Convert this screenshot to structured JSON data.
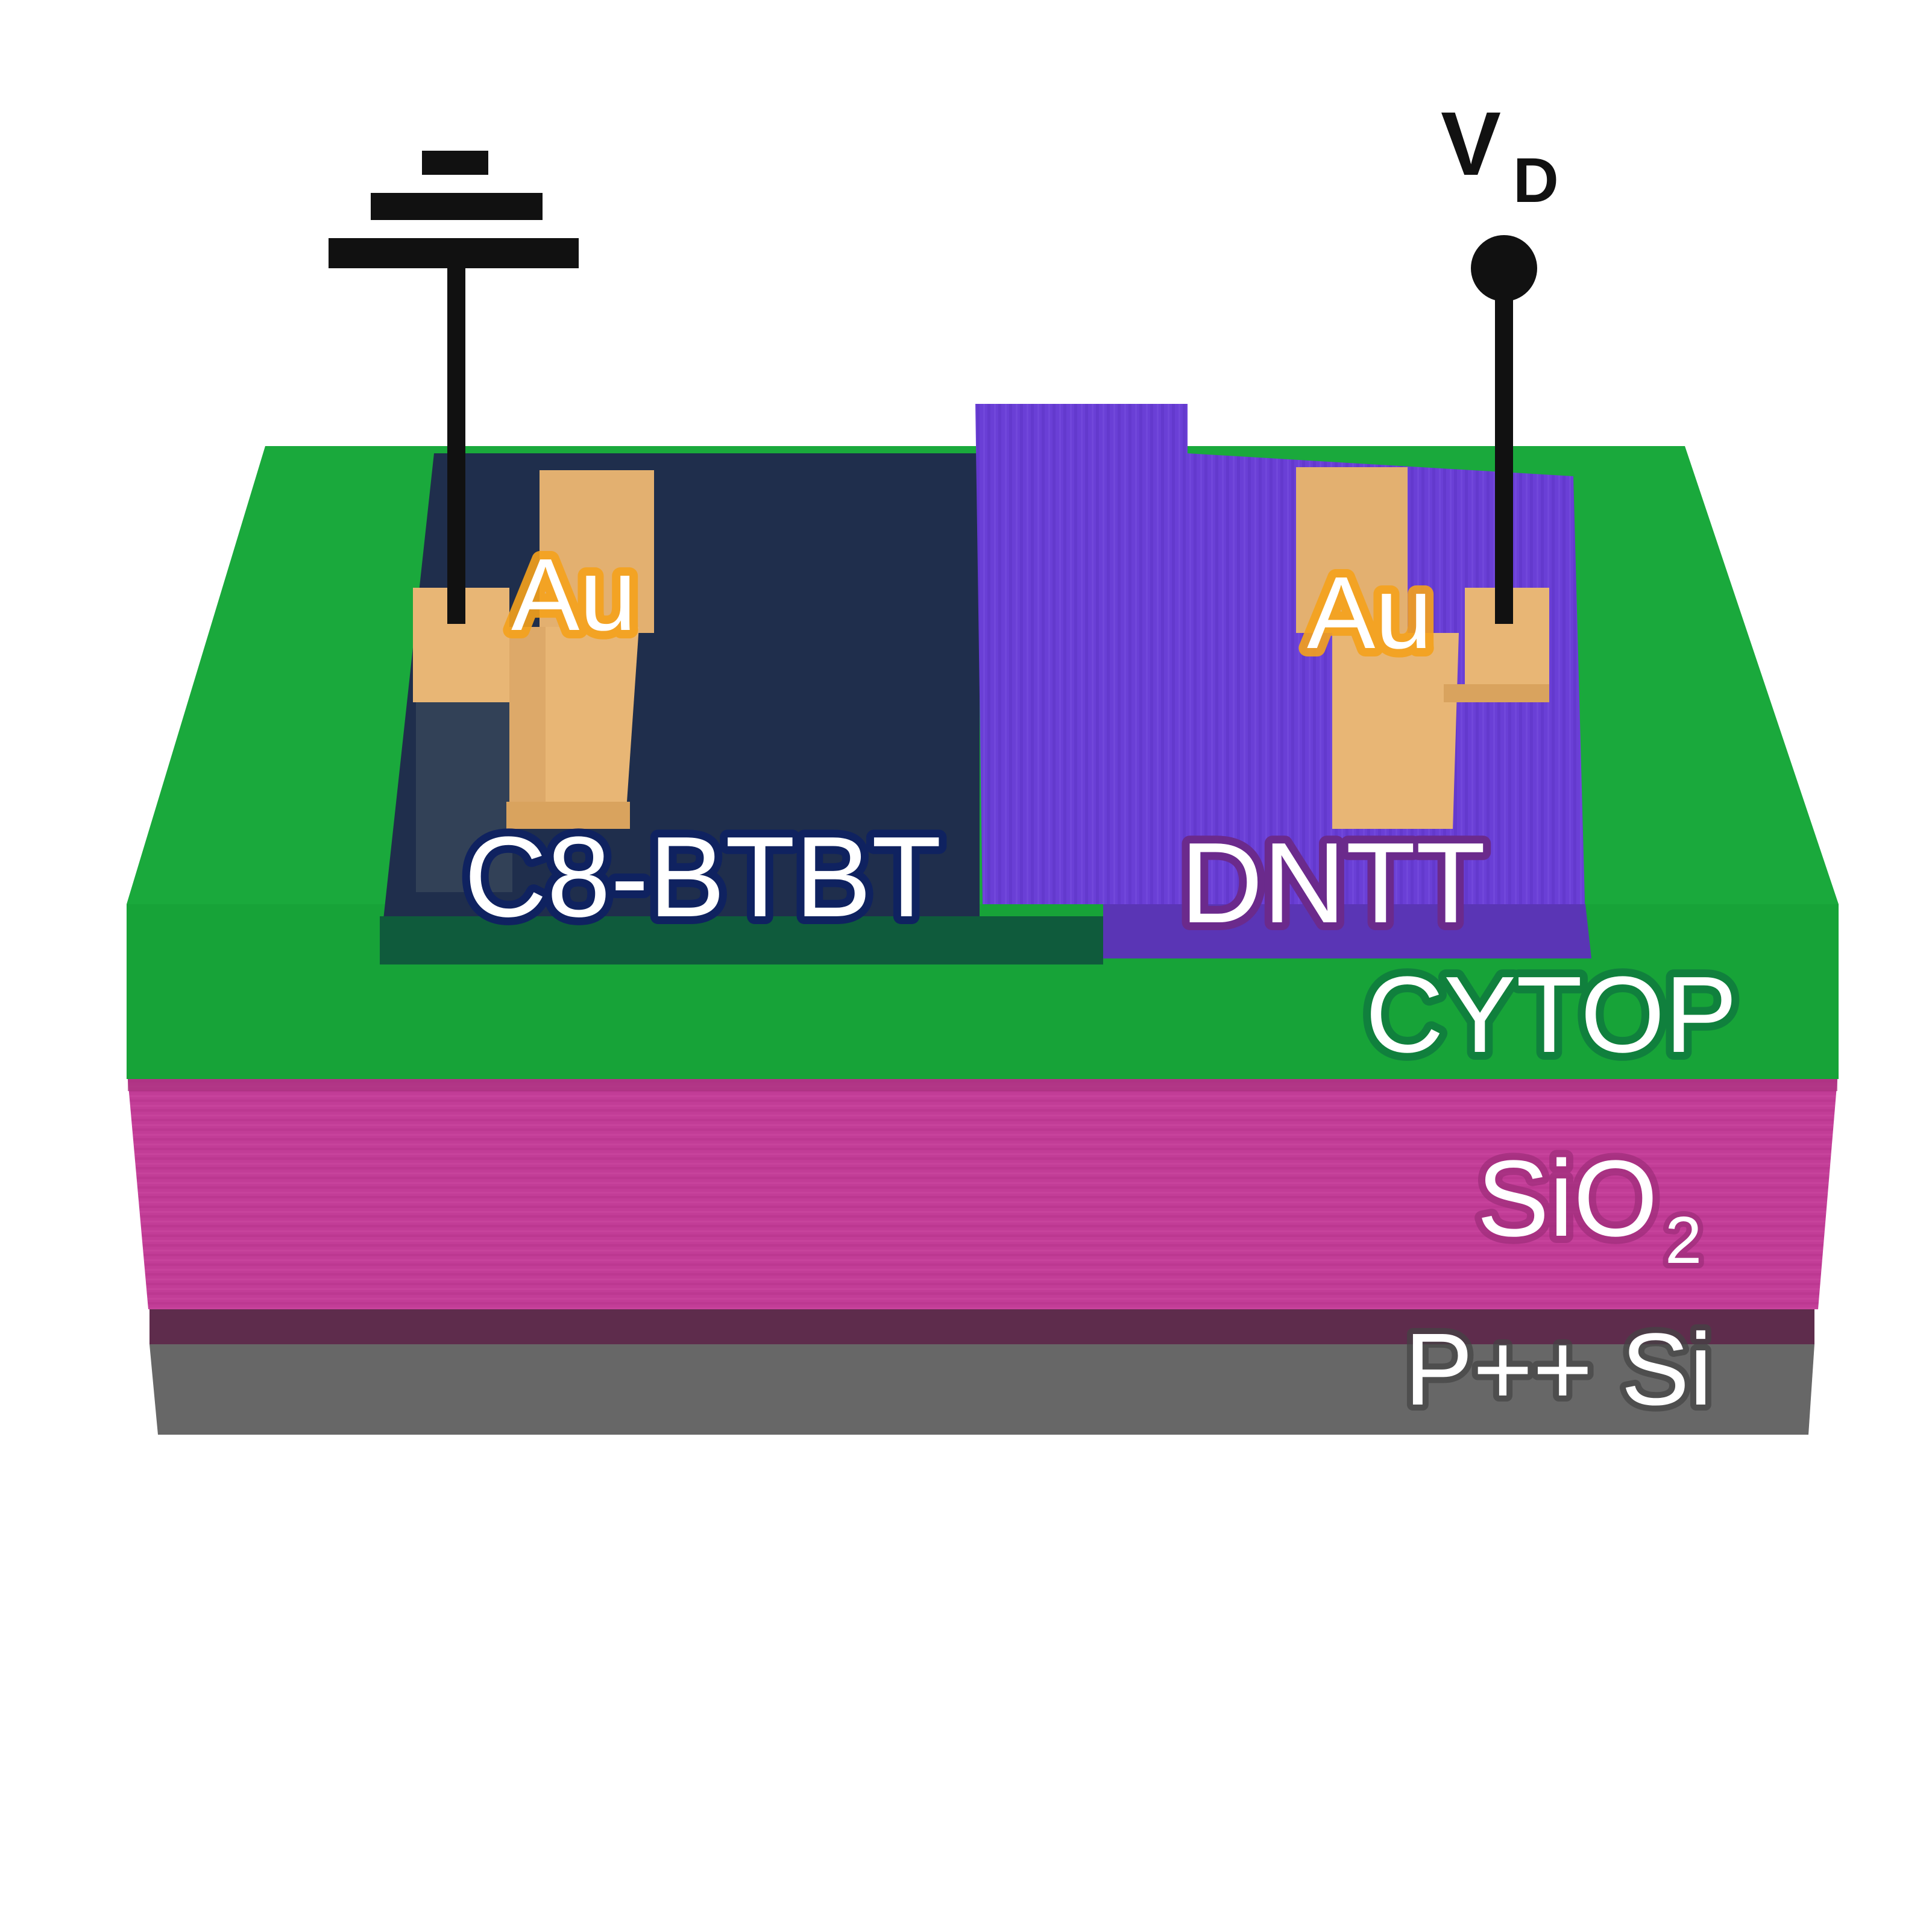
{
  "labels": {
    "au_left": "Au",
    "au_right": "Au",
    "c8btbt": "C8-BTBT",
    "dntt": "DNTT",
    "cytop": "CYTOP",
    "sio2_main": "SiO",
    "sio2_sub": "2",
    "psi": "P++ Si",
    "vd_main": "V",
    "vd_sub": "D"
  },
  "colors": {
    "background": "#ffffff",
    "cytop": "#1aa93c",
    "cytop_front": "#17a338",
    "sio2": "#c23d97",
    "psi_top": "#5e2c4c",
    "psi_front": "#676767",
    "c8btbt": "#1f2e4c",
    "dntt": "#6a3fd6",
    "au": "#e8b675",
    "wire": "#111111",
    "label_au_glow": "#f5a21c",
    "label_c8_glow": "#0f2260",
    "label_dntt_glow": "#6b2a8c",
    "label_cytop_glow": "#0f7a3e",
    "label_sio2_glow": "#b0368a",
    "label_psi_glow": "#555555"
  },
  "icons": {
    "ground": "ground-symbol-icon",
    "drain_terminal": "terminal-dot-icon"
  }
}
